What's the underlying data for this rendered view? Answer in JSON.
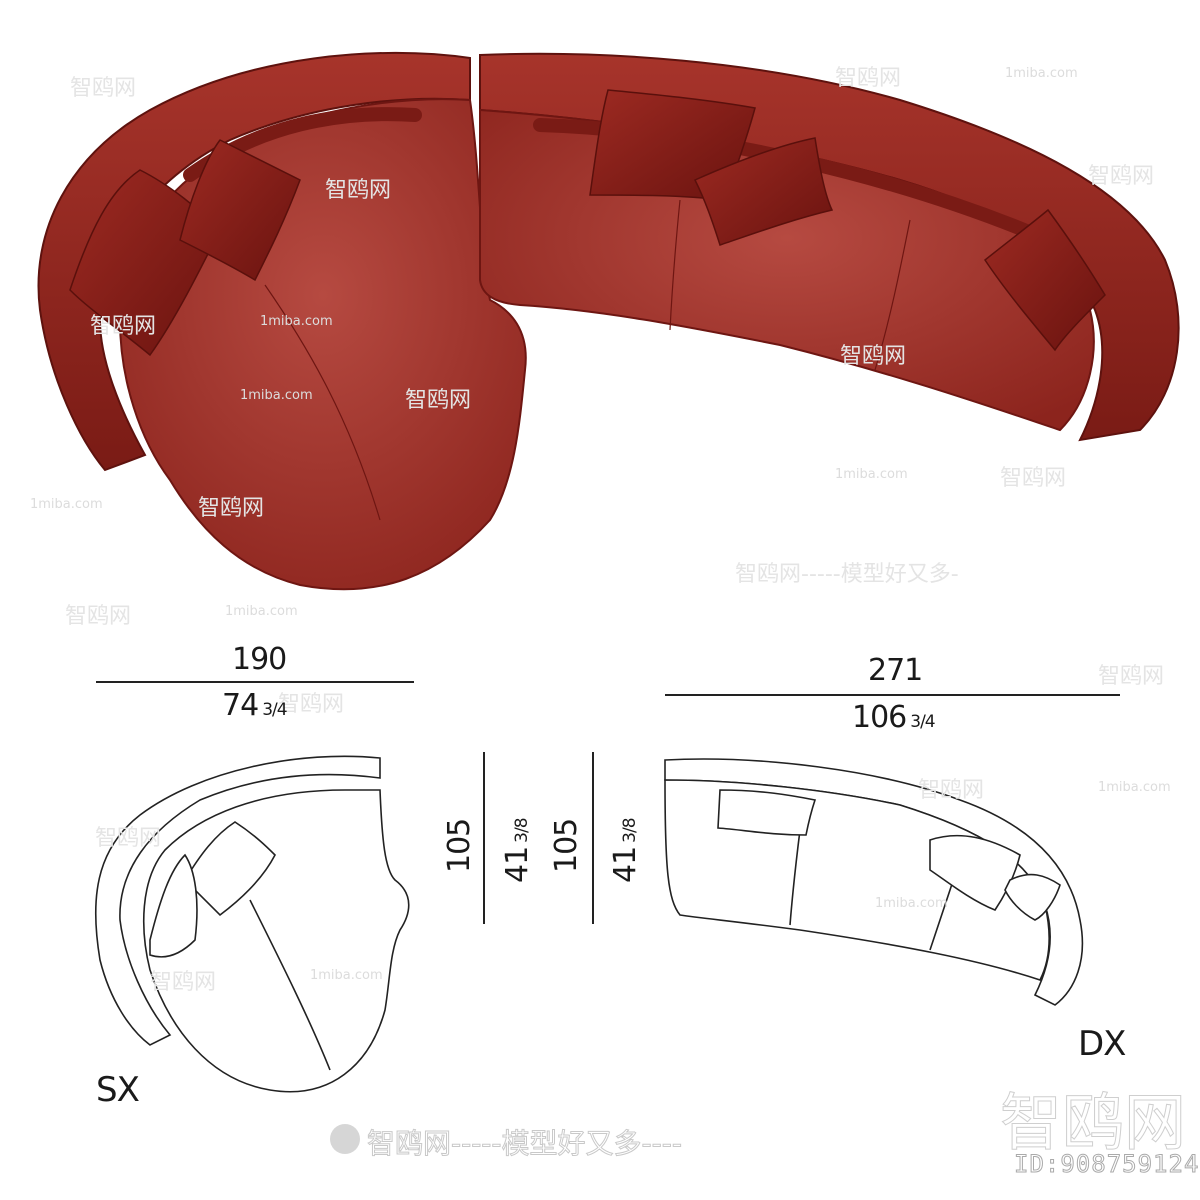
{
  "diagram": {
    "subject": "curved modular sofa, top view render and dimensioned line drawings",
    "colors": {
      "upholstery": "#9a2a22",
      "upholstery_light": "#b8453c",
      "upholstery_dark": "#6e1612",
      "line": "#222222"
    },
    "left_module": {
      "label": "SX",
      "width_cm": "190",
      "width_in_whole": "74",
      "width_in_frac": "3/4",
      "depth_cm": "105",
      "depth_in_whole": "41",
      "depth_in_frac": "3/8"
    },
    "right_module": {
      "label": "DX",
      "width_cm": "271",
      "width_in_whole": "106",
      "width_in_frac": "3/4",
      "depth_cm": "105",
      "depth_in_whole": "41",
      "depth_in_frac": "3/8"
    }
  },
  "watermarks": {
    "site_cn": "智鸥网",
    "site_en": "1miba.com",
    "slogan": "智鸥网-----模型好又多----",
    "slogan_short": "智鸥网-----模型好又多-",
    "big": "智鸥网",
    "id": "ID:908759124"
  }
}
